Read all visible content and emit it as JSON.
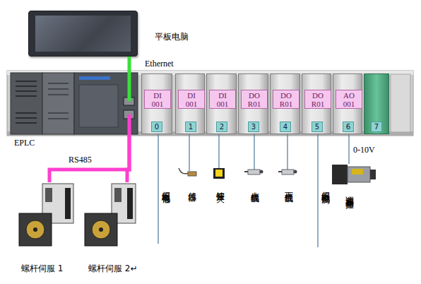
{
  "diagram": {
    "nodes": [
      {
        "text": [
          "平板电脑"
        ]
      },
      {
        "text": [
          "EPLC"
        ]
      },
      {
        "text": [
          "DI 001",
          "0"
        ],
        "in": 1
      },
      {
        "text": [
          "DI 001",
          "1"
        ],
        "in": 1
      },
      {
        "text": [
          "DI 001",
          "2"
        ],
        "in": 1
      },
      {
        "text": [
          "DO R01",
          "3"
        ],
        "in": 1
      },
      {
        "text": [
          "DO R01",
          "4"
        ],
        "in": 1
      },
      {
        "text": [
          "DO R01",
          "5"
        ],
        "in": 1
      },
      {
        "text": [
          "AO 001",
          "6"
        ],
        "in": 1
      },
      {
        "text": [
          "7"
        ],
        "in": 1
      },
      {
        "text": [
          "螺杆伺服 1"
        ]
      },
      {
        "text": [
          "螺杆伺服 2↵"
        ]
      }
    ],
    "edges": [
      {
        "from": 0,
        "to": 1,
        "arrow": "none",
        "label": "Ethernet"
      },
      {
        "from": 1,
        "to": 10,
        "arrow": "none",
        "label": "RS485"
      },
      {
        "from": 1,
        "to": 11,
        "arrow": "none"
      }
    ],
    "labels": [
      "伺服电机信号",
      "传感器",
      "按钮开关",
      "上挡板气缸",
      "下挡板气缸",
      "伺服电机控制",
      "调速和振动盘控",
      "0-10V"
    ]
  }
}
